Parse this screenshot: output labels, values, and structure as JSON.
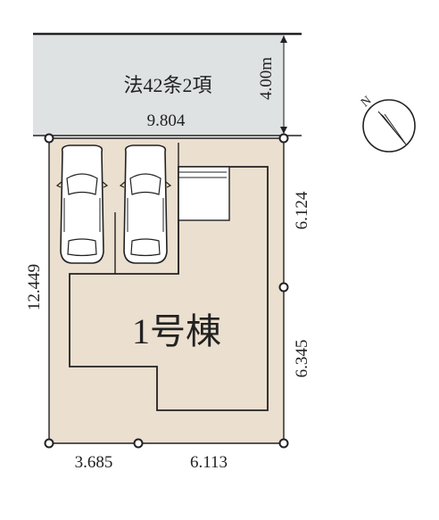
{
  "road": {
    "label": "法42条2項",
    "width_label": "4.00m"
  },
  "lot": {
    "frontage": "9.804",
    "left_side": "12.449",
    "right_upper": "6.124",
    "right_lower": "6.345",
    "bottom_left": "3.685",
    "bottom_right": "6.113"
  },
  "building": {
    "label": "1号棟"
  },
  "parking": {
    "spaces": 2
  },
  "compass": {
    "label": "N"
  },
  "colors": {
    "road_fill": "#dfe2e2",
    "lot_fill": "#ebdfcf",
    "line": "#222222"
  }
}
